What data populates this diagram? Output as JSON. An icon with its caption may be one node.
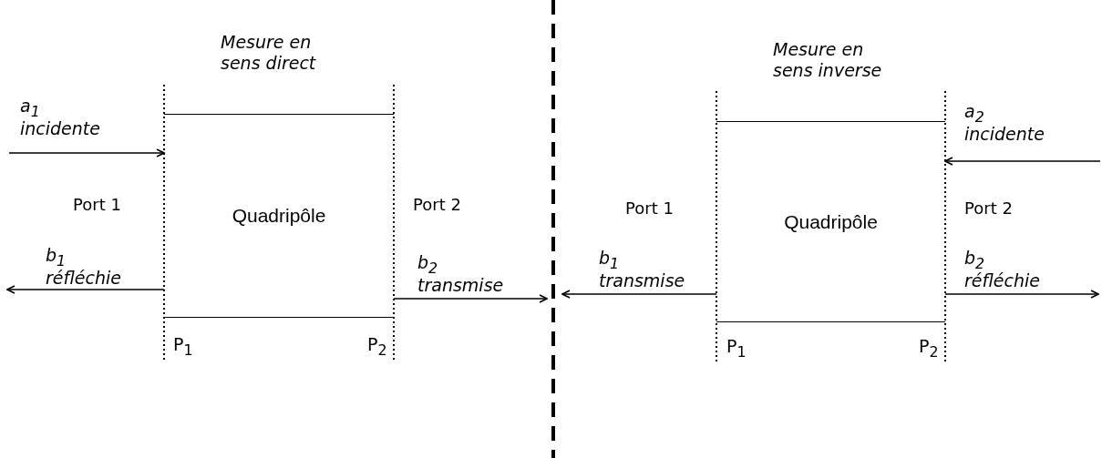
{
  "diagram": {
    "nodes": [
      {
        "text": [
          "Mesure en sens direct",
          "Quadripôle"
        ]
      },
      {
        "text": [
          "Mesure en sens inverse",
          "Quadripôle"
        ]
      }
    ],
    "edges": [
      {
        "from": null,
        "to": 0,
        "arrow": "to",
        "label": "a$_{1}$ incidente"
      },
      {
        "from": 0,
        "to": null,
        "arrow": "to",
        "label": "b$_{1}$ réfléchie"
      },
      {
        "from": 0,
        "to": null,
        "arrow": "to",
        "label": "b$_{2}$ transmise"
      },
      {
        "from": null,
        "to": 1,
        "arrow": "to",
        "label": "a$_{2}$ incidente"
      },
      {
        "from": 1,
        "to": null,
        "arrow": "to",
        "label": "b$_{1}$ transmise"
      },
      {
        "from": 1,
        "to": null,
        "arrow": "to",
        "label": "b$_{2}$ réfléchie"
      }
    ],
    "labels": [
      "Port 1",
      "Port 2",
      "P$_{1}$",
      "P$_{2}$",
      "Port 1",
      "Port 2",
      "P$_{1}$",
      "P$_{2}$"
    ]
  }
}
